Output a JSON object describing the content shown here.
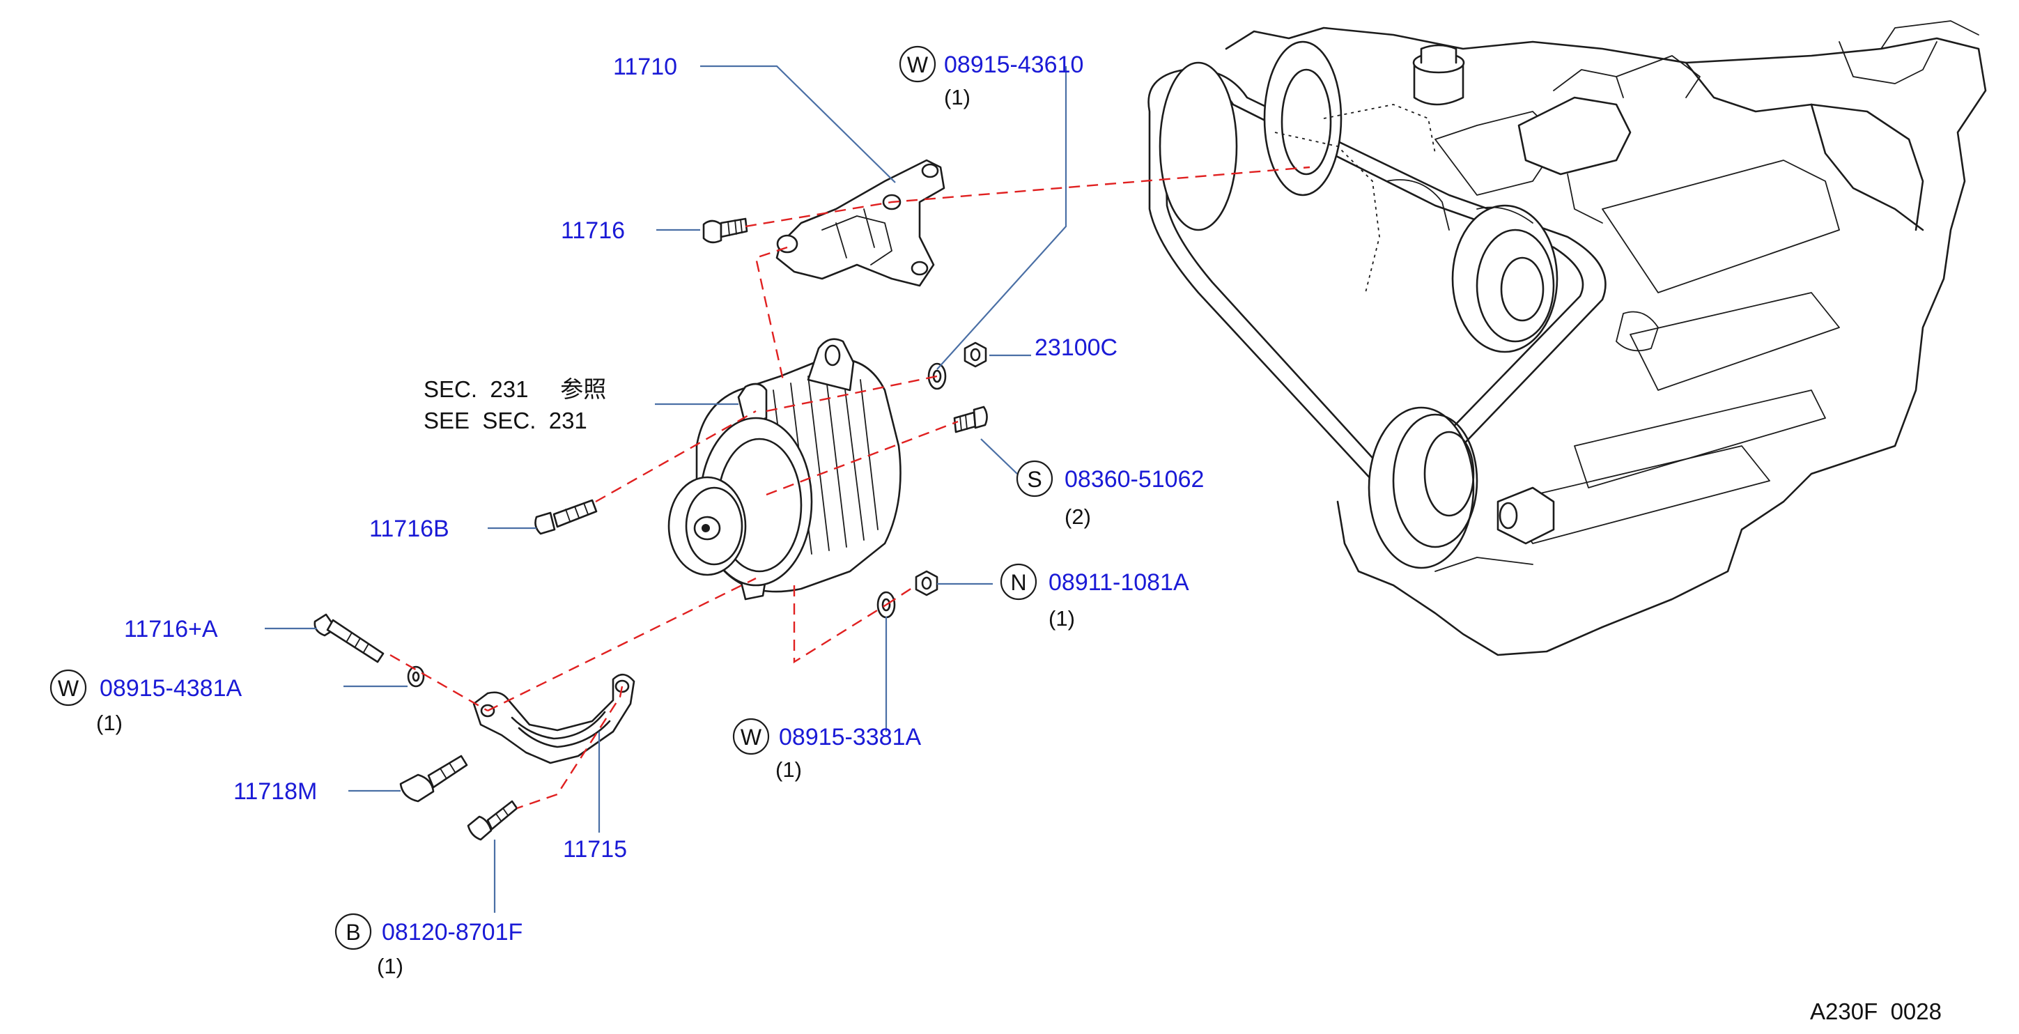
{
  "diagram_id": "A230F  0028",
  "see_section": {
    "jp": "SEC.  231     参照",
    "en": "SEE  SEC.  231"
  },
  "parts": {
    "p11710": {
      "label": "11710"
    },
    "p11716": {
      "label": "11716"
    },
    "p11716b": {
      "label": "11716B"
    },
    "p11716a": {
      "label": "11716+A"
    },
    "p11718m": {
      "label": "11718M"
    },
    "p11715": {
      "label": "11715"
    },
    "p23100c": {
      "label": "23100C"
    },
    "w43610": {
      "code": "W",
      "label": "08915-43610",
      "qty": "(1)"
    },
    "s51062": {
      "code": "S",
      "label": "08360-51062",
      "qty": "(2)"
    },
    "n1081a": {
      "code": "N",
      "label": "08911-1081A",
      "qty": "(1)"
    },
    "w4381a": {
      "code": "W",
      "label": "08915-4381A",
      "qty": "(1)"
    },
    "w3381a": {
      "code": "W",
      "label": "08915-3381A",
      "qty": "(1)"
    },
    "b8701f": {
      "code": "B",
      "label": "08120-8701F",
      "qty": "(1)"
    }
  },
  "colors": {
    "label": "#1a1ad6",
    "leader": "#4a6fa5",
    "alignment_dash": "#e02020",
    "linework": "#1c1c1c"
  }
}
